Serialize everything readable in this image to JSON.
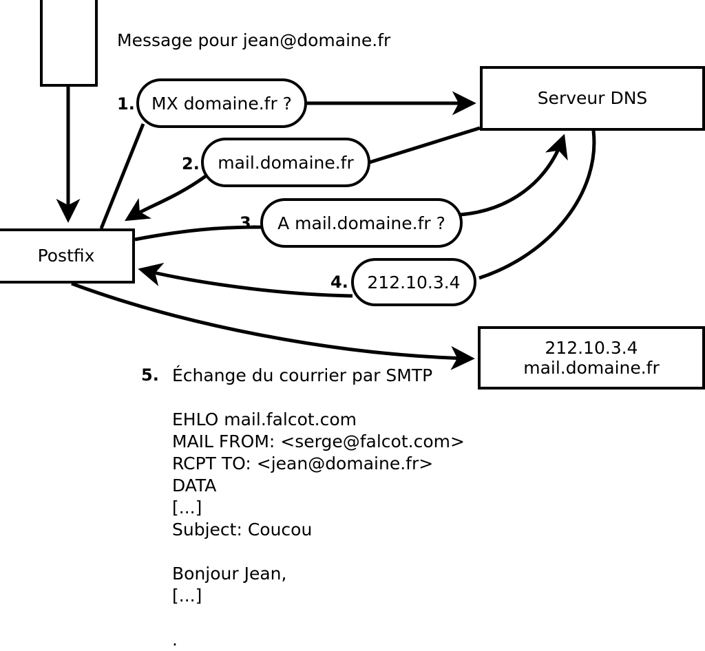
{
  "diagram": {
    "title_text": "Message pour jean@domaine.fr",
    "background_color": "#ffffff",
    "stroke_color": "#000000"
  },
  "nodes": {
    "client": {
      "label": ""
    },
    "postfix": {
      "label": "Postfix"
    },
    "dns": {
      "label": "Serveur DNS"
    },
    "mail_server": {
      "line1": "212.10.3.4",
      "line2": "mail.domaine.fr"
    }
  },
  "steps": [
    {
      "num": "1.",
      "bubble": "MX domaine.fr ?"
    },
    {
      "num": "2.",
      "bubble": "mail.domaine.fr"
    },
    {
      "num": "3.",
      "bubble": "A mail.domaine.fr ?"
    },
    {
      "num": "4.",
      "bubble": "212.10.3.4"
    },
    {
      "num": "5.",
      "label": "Échange du courrier par SMTP"
    }
  ],
  "smtp_transcript": [
    "EHLO mail.falcot.com",
    "MAIL FROM: <serge@falcot.com>",
    "RCPT TO: <jean@domaine.fr>",
    "DATA",
    "[...]",
    "Subject: Coucou",
    "",
    "Bonjour Jean,",
    "[...]",
    "",
    "."
  ]
}
